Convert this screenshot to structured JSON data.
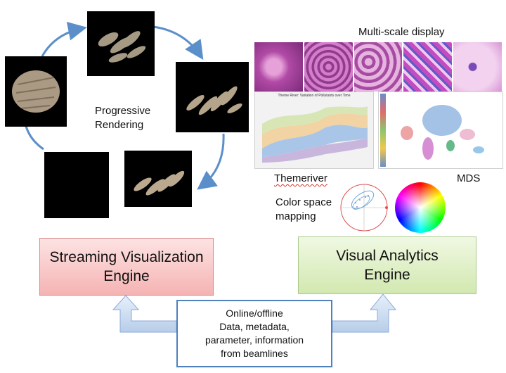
{
  "left": {
    "label_line1": "Progressive",
    "label_line2": "Rendering",
    "engine_line1": "Streaming Visualization",
    "engine_line2": "Engine"
  },
  "right": {
    "multiscale_label": "Multi-scale display",
    "themeriver_title": "Theme River: Variation of Pollutants over Time",
    "themeriver_label": "Themeriver",
    "mds_label": "MDS",
    "color_label_line1": "Color space",
    "color_label_line2": "mapping",
    "engine_line1": "Visual Analytics",
    "engine_line2": "Engine"
  },
  "center": {
    "line1": "Online/offline",
    "line2": "Data, metadata,",
    "line3": "parameter, information",
    "line4": "from beamlines"
  },
  "colors": {
    "arrow_blue": "#5b8fc9",
    "streaming_fill": "#f7c3c3",
    "analytics_fill": "#dcedc2",
    "data_border": "#4f81bd"
  }
}
